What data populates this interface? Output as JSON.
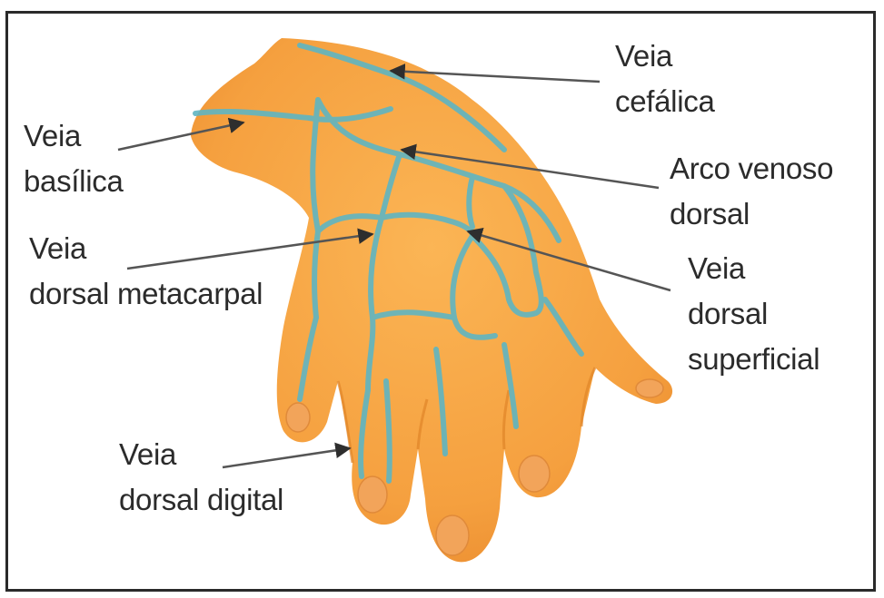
{
  "labels": {
    "cefalica": [
      "Veia",
      "cefálica"
    ],
    "basilica": [
      "Veia",
      "basílica"
    ],
    "arco": [
      "Arco venoso",
      "dorsal"
    ],
    "metacarpal": [
      "Veia",
      "dorsal metacarpal"
    ],
    "superficial": [
      "Veia",
      "dorsal",
      "superficial"
    ],
    "digital": [
      "Veia",
      "dorsal digital"
    ]
  },
  "colors": {
    "skin": "#f7a544",
    "skin_shade": "#e58a2c",
    "vein": "#5fb5c2",
    "line": "#555555",
    "frame": "#2a2a2a"
  }
}
